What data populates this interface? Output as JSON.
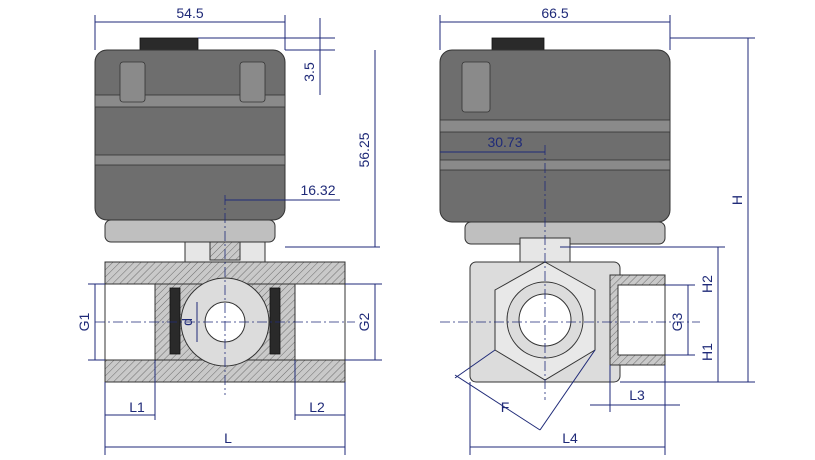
{
  "dimensions": {
    "front_width": "54.5",
    "side_width": "66.5",
    "top_cap": "3.5",
    "actuator_height": "56.25",
    "stem_offset": "16.32",
    "side_offset": "30.73"
  },
  "labels": {
    "G1": "G1",
    "G2": "G2",
    "G3": "G3",
    "d": "d",
    "L1": "L1",
    "L2": "L2",
    "L": "L",
    "L3": "L3",
    "L4": "L4",
    "F": "F",
    "H": "H",
    "H1": "H1",
    "H2": "H2"
  },
  "colors": {
    "dimension_line": "#1f2a78",
    "actuator": "#6e6e6e",
    "body": "#dcdcdc"
  }
}
